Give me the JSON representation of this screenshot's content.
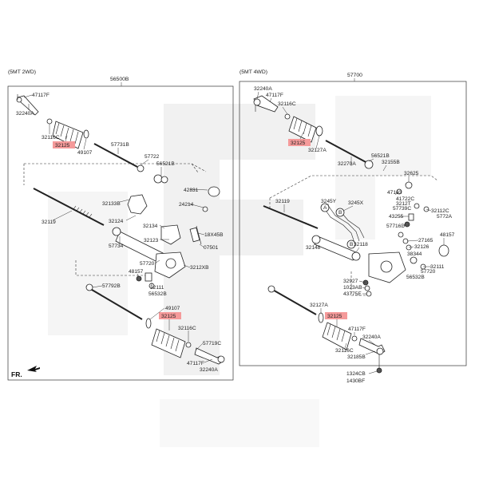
{
  "left_panel": {
    "title": "(5MT 2WD)",
    "assembly": "56500B",
    "labels": {
      "l47117F_a": "47117F",
      "l32240A_a": "32240A",
      "l32116C_a": "32116C",
      "l32125_a": "32125",
      "l49107_a": "49107",
      "l57731B": "57731B",
      "l57722": "57722",
      "l56521B": "56521B",
      "l42831": "42831",
      "l32133B": "32133B",
      "l24214": "24214",
      "l32124": "32124",
      "l32119": "32119",
      "l32134": "32134",
      "l18X45B": "18X45B",
      "l32123": "32123",
      "l57734": "57734",
      "l07501": "07501",
      "l57720": "57720",
      "l3212XB": "3212XB",
      "l48157": "48157",
      "l32111": "32111",
      "l56532B": "56532B",
      "l57792B": "57792B",
      "l49107_b": "49107",
      "l32125_b": "32125",
      "l32116C_b": "32116C",
      "l57719C": "57719C",
      "l47117F_b": "47117F",
      "l32240A_b": "32240A"
    }
  },
  "right_panel": {
    "title": "(5MT 4WD)",
    "assembly": "57700",
    "labels": {
      "r32240A_a": "32240A",
      "r47117F_a": "47117F",
      "r32116C_a": "32116C",
      "r32125_a": "32125",
      "r32127A_a": "32127A",
      "r56521B": "56521B",
      "r32155B": "32155B",
      "r32270A": "32270A",
      "r32625": "32625",
      "r47163": "47163",
      "r41722C": "41722C",
      "r3212T": "3212T",
      "r32112C": "32112C",
      "r57739C": "57739C",
      "r5772A": "5772A",
      "r43255": "43255",
      "r32119": "32119",
      "r3245Y": "3245Y",
      "r3245X": "3245X",
      "r57716D": "57716D",
      "r27165": "27165",
      "r48157": "48157",
      "r32126": "32126",
      "r38344": "38344",
      "r32118": "32118",
      "r32148": "32148",
      "r32111": "32111",
      "r57720": "57720",
      "r56532B": "56532B",
      "r32927": "32927",
      "r1023AB": "1023AB",
      "r43775E": "43775E",
      "r32127A_b": "32127A",
      "r32125_b": "32125",
      "r47117F_b": "47117F",
      "r32240A_b": "32240A",
      "r32116C_b": "32116C",
      "r32185B": "32185B",
      "r1324CB": "1324CB",
      "r1430BF": "1430BF",
      "marker_a": "A",
      "marker_b": "B"
    }
  },
  "front_indicator": "FR.",
  "colors": {
    "highlight": "#f59a9a",
    "line": "#222222",
    "watermark": "#efefef"
  }
}
